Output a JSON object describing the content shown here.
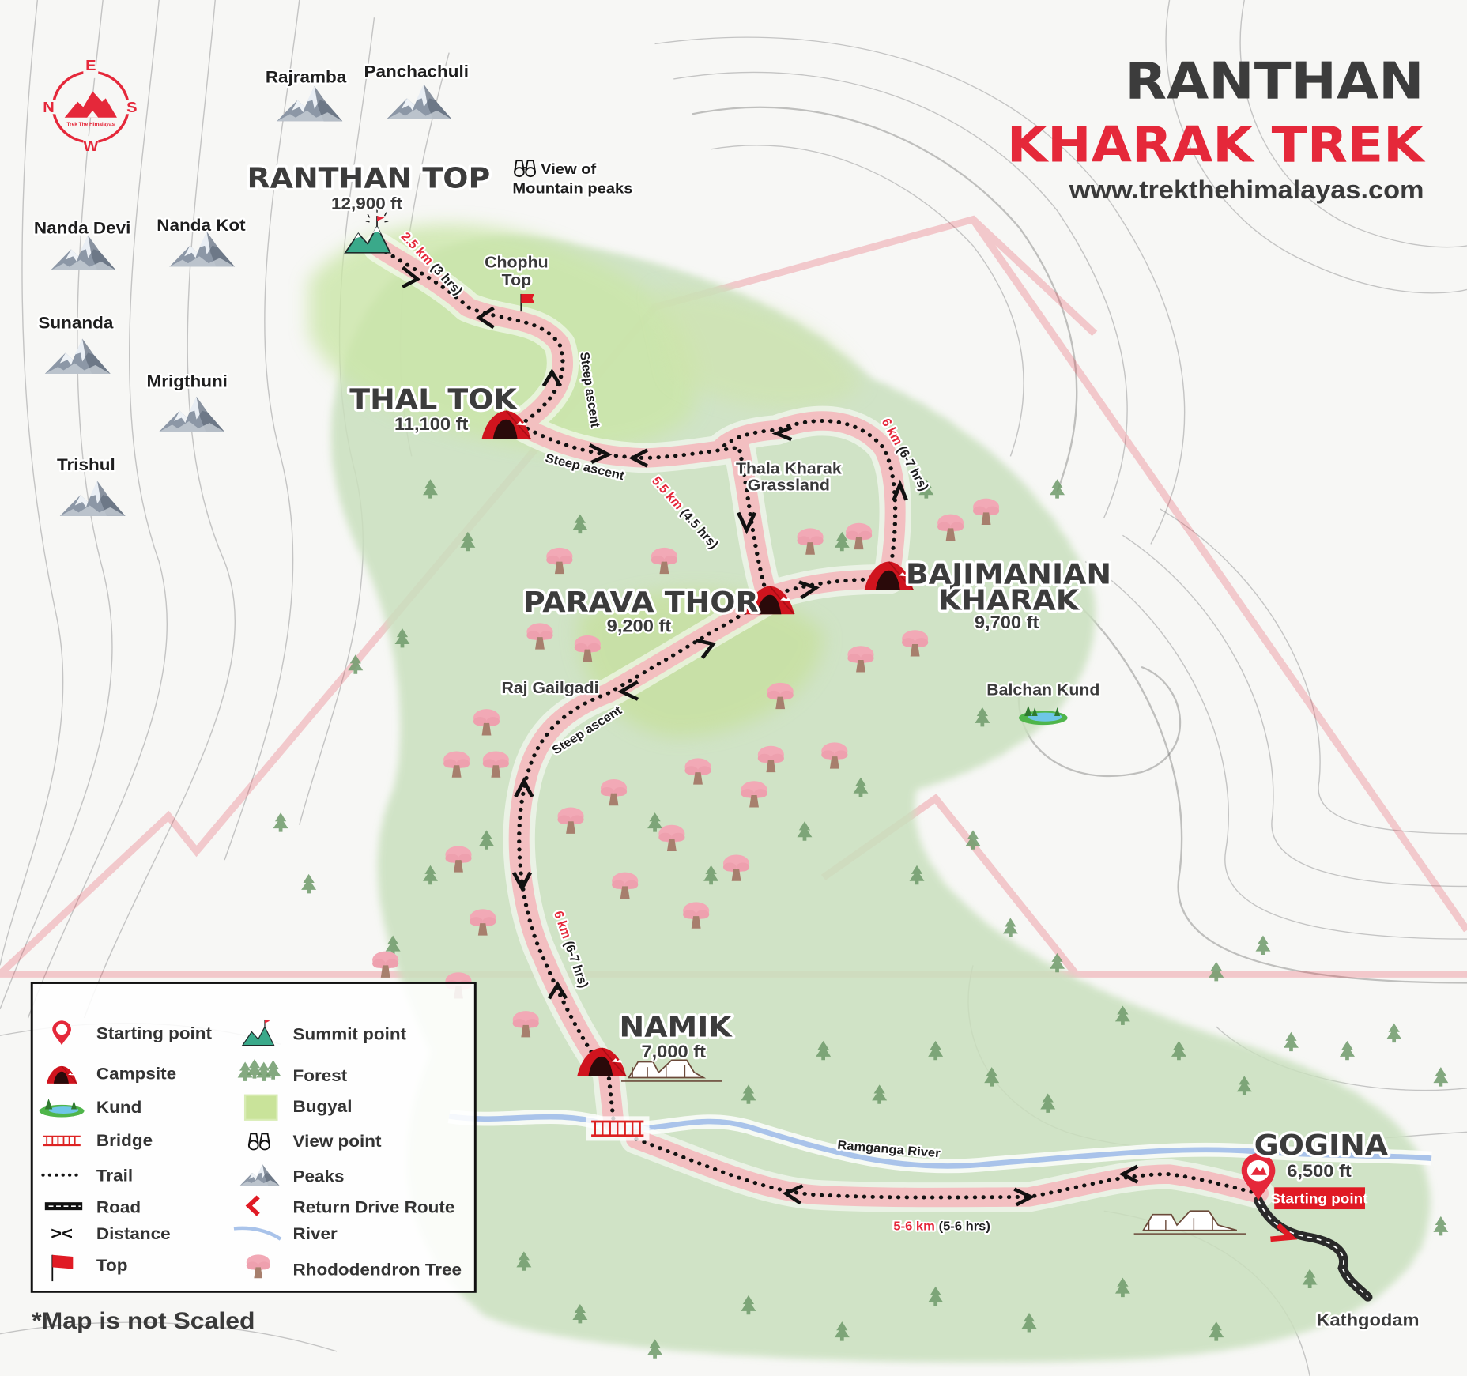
{
  "title": {
    "line1": "RANTHAN",
    "line2": "KHARAK TREK",
    "url": "www.trekthehimalayas.com"
  },
  "compass": {
    "north": "N",
    "east": "E",
    "south": "S",
    "west": "W",
    "brand": "Trek The Himalayas"
  },
  "peaks": [
    {
      "name": "Rajramba"
    },
    {
      "name": "Panchachuli"
    },
    {
      "name": "Nanda Devi"
    },
    {
      "name": "Nanda Kot"
    },
    {
      "name": "Sunanda"
    },
    {
      "name": "Mrigthuni"
    },
    {
      "name": "Trishul"
    }
  ],
  "viewpoint": {
    "line1": "View of",
    "line2": "Mountain peaks"
  },
  "places": {
    "ranthan_top": {
      "name": "RANTHAN TOP",
      "altitude": "12,900 ft"
    },
    "chophu_top": {
      "line1": "Chophu",
      "line2": "Top"
    },
    "thal_tok": {
      "name": "THAL TOK",
      "altitude": "11,100 ft"
    },
    "thala_kharak": {
      "line1": "Thala Kharak",
      "line2": "Grassland"
    },
    "parava_thor": {
      "name": "PARAVA THOR",
      "altitude": "9,200 ft"
    },
    "bajimanian_kharak": {
      "line1": "BAJIMANIAN",
      "line2": "KHARAK",
      "altitude": "9,700 ft"
    },
    "raj_gailgadi": {
      "name": "Raj Gailgadi"
    },
    "balchan_kund": {
      "name": "Balchan Kund"
    },
    "namik": {
      "name": "NAMIK",
      "altitude": "7,000 ft"
    },
    "gogina": {
      "name": "GOGINA",
      "altitude": "6,500 ft",
      "badge": "Starting point"
    },
    "kathgodam": {
      "name": "Kathgodam"
    },
    "river": {
      "name": "Ramganga River"
    }
  },
  "route_labels": {
    "seg_ranthan": {
      "km": "2.5 km",
      "hrs": "(3 hrs)"
    },
    "seg_thal_steep1": "Steep ascent",
    "seg_thal_steep2": "Steep ascent",
    "seg_parava_thal": {
      "km": "5.5 km",
      "hrs": "(4.5 hrs)"
    },
    "seg_bajimanian": {
      "km": "6 km",
      "hrs": "(6-7 hrs)"
    },
    "seg_raj_steep": "Steep ascent",
    "seg_namik": {
      "km": "6 km",
      "hrs": "(6-7 hrs)"
    },
    "seg_gogina": {
      "km": "5-6 km",
      "hrs": "(5-6 hrs)"
    }
  },
  "legend": {
    "items_left": [
      {
        "icon": "starting-point-pin-icon",
        "label": "Starting point"
      },
      {
        "icon": "campsite-tent-icon",
        "label": "Campsite"
      },
      {
        "icon": "kund-lake-icon",
        "label": "Kund"
      },
      {
        "icon": "bridge-icon",
        "label": "Bridge"
      },
      {
        "icon": "trail-dots-icon",
        "label": "Trail"
      },
      {
        "icon": "road-icon",
        "label": "Road"
      },
      {
        "icon": "distance-icon",
        "label": "Distance"
      },
      {
        "icon": "top-flag-icon",
        "label": "Top"
      }
    ],
    "items_right": [
      {
        "icon": "summit-point-icon",
        "label": "Summit point"
      },
      {
        "icon": "forest-icon",
        "label": "Forest"
      },
      {
        "icon": "bugyal-icon",
        "label": "Bugyal"
      },
      {
        "icon": "binoculars-icon",
        "label": "View point"
      },
      {
        "icon": "peak-icon",
        "label": "Peaks"
      },
      {
        "icon": "return-drive-route-icon",
        "label": "Return Drive Route"
      },
      {
        "icon": "river-icon",
        "label": "River"
      },
      {
        "icon": "rhododendron-tree-icon",
        "label": "Rhododendron Tree"
      }
    ]
  },
  "footnote": "*Map is not Scaled",
  "colors": {
    "brand_red": "#e5283a",
    "title_dark": "#3c3c3c",
    "trail_glow": "#f4b6bb",
    "forest_green": "#6e9a6a",
    "bugyal_green": "#c9e39a",
    "river_blue": "#a9c3ea",
    "tent_red": "#d0141e"
  }
}
